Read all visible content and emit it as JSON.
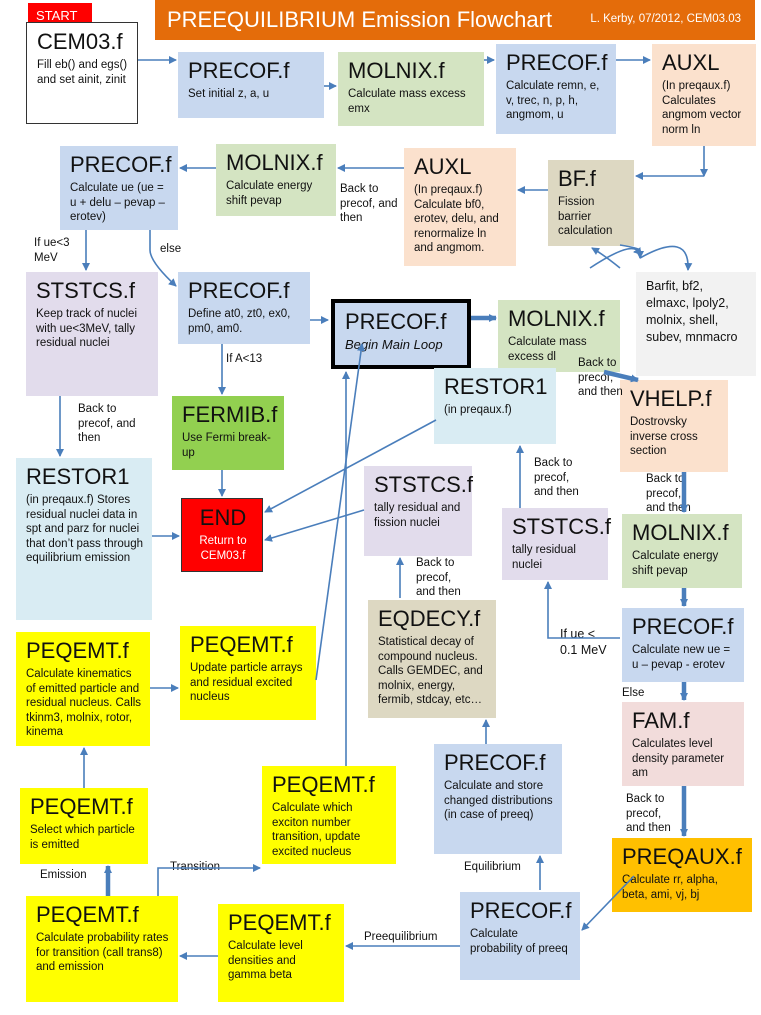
{
  "start_label": "START",
  "header": {
    "title": "PREEQUILIBRIUM Emission Flowchart",
    "subtitle": "L. Kerby, 07/2012, CEM03.03"
  },
  "nodes": {
    "cem03": {
      "title": "CEM03.f",
      "desc": "Fill eb() and egs() and set ainit, zinit"
    },
    "precof1": {
      "title": "PRECOF.f",
      "desc": "Set initial z, a, u"
    },
    "molnix1": {
      "title": "MOLNIX.f",
      "desc": "Calculate mass excess emx"
    },
    "precof2": {
      "title": "PRECOF.f",
      "desc": "Calculate remn, e, v, trec, n, p, h, angmom, u"
    },
    "auxl1": {
      "title": "AUXL",
      "desc": "(In preqaux.f) Calculates angmom vector norm ln"
    },
    "bf": {
      "title": "BF.f",
      "desc": "Fission barrier calculation"
    },
    "auxl2": {
      "title": "AUXL",
      "desc": "(In preqaux.f) Calculate bf0, erotev, delu, and renormalize ln and angmom."
    },
    "molnix2": {
      "title": "MOLNIX.f",
      "desc": "Calculate energy shift pevap"
    },
    "precof3": {
      "title": "PRECOF.f",
      "desc": "Calculate ue (ue = u + delu – pevap – erotev)"
    },
    "ststcs1": {
      "title": "STSTCS.f",
      "desc": "Keep track of nuclei with ue<3MeV, tally residual nuclei"
    },
    "precof4": {
      "title": "PRECOF.f",
      "desc": "Define at0, zt0, ex0, pm0, am0."
    },
    "main": {
      "title": "PRECOF.f",
      "desc": "Begin Main Loop"
    },
    "molnix3": {
      "title": "MOLNIX.f",
      "desc": "Calculate mass excess dl"
    },
    "bflist": {
      "title": "",
      "desc": "Barfit, bf2, elmaxc, lpoly2, molnix, shell, subev, mnmacro"
    },
    "fermib": {
      "title": "FERMIB.f",
      "desc": "Use Fermi break-up"
    },
    "restor1a": {
      "title": "RESTOR1",
      "desc": "(in preqaux.f)"
    },
    "vhelp": {
      "title": "VHELP.f",
      "desc": "Dostrovsky inverse cross section"
    },
    "restor1b": {
      "title": "RESTOR1",
      "desc": "(in preqaux.f) Stores residual nuclei data in spt and parz for nuclei that don’t pass through equilibrium emission"
    },
    "end": {
      "title": "END",
      "desc": "Return to CEM03.f"
    },
    "ststcs2": {
      "title": "STSTCS.f",
      "desc": "tally residual and fission nuclei"
    },
    "ststcs3": {
      "title": "STSTCS.f",
      "desc": "tally residual nuclei"
    },
    "molnix4": {
      "title": "MOLNIX.f",
      "desc": "Calculate energy shift pevap"
    },
    "eqdecy": {
      "title": "EQDECY.f",
      "desc": "Statistical decay of compound nucleus. Calls GEMDEC, and molnix, energy, fermib, stdcay, etc…"
    },
    "precof5": {
      "title": "PRECOF.f",
      "desc": "Calculate new ue = u – pevap - erotev"
    },
    "peqemt1": {
      "title": "PEQEMT.f",
      "desc": "Calculate kinematics of emitted particle and residual nucleus. Calls tkinm3, molnix, rotor, kinema"
    },
    "peqemt2": {
      "title": "PEQEMT.f",
      "desc": "Update particle arrays and residual excited nucleus"
    },
    "fam": {
      "title": "FAM.f",
      "desc": "Calculates level density parameter am"
    },
    "precof6": {
      "title": "PRECOF.f",
      "desc": "Calculate and store changed distributions (in case of preeq)"
    },
    "peqemt3": {
      "title": "PEQEMT.f",
      "desc": "Select which particle is emitted"
    },
    "peqemt4": {
      "title": "PEQEMT.f",
      "desc": "Calculate which exciton number transition, update excited nucleus"
    },
    "preqaux": {
      "title": "PREQAUX.f",
      "desc": "Calculate rr, alpha, beta, ami, vj, bj"
    },
    "peqemt5": {
      "title": "PEQEMT.f",
      "desc": "Calculate probability rates for transition (call trans8) and emission"
    },
    "peqemt6": {
      "title": "PEQEMT.f",
      "desc": "Calculate level densities and gamma beta"
    },
    "precof7": {
      "title": "PRECOF.f",
      "desc": "Calculate probability of preeq"
    }
  },
  "labels": {
    "back_precof": "Back to precof, and then",
    "if_ue_lt3": "If ue<3 MeV",
    "else": "else",
    "if_a_lt13": "If A<13",
    "if_ue_lt01": "If ue < 0.1 MeV",
    "else_cap": "Else",
    "transition": "Transition",
    "emission": "Emission",
    "equilibrium": "Equilibrium",
    "preequilibrium": "Preequilibrium"
  },
  "colors": {
    "arrow": "#4a7ebb",
    "header": "#e46c0a"
  }
}
